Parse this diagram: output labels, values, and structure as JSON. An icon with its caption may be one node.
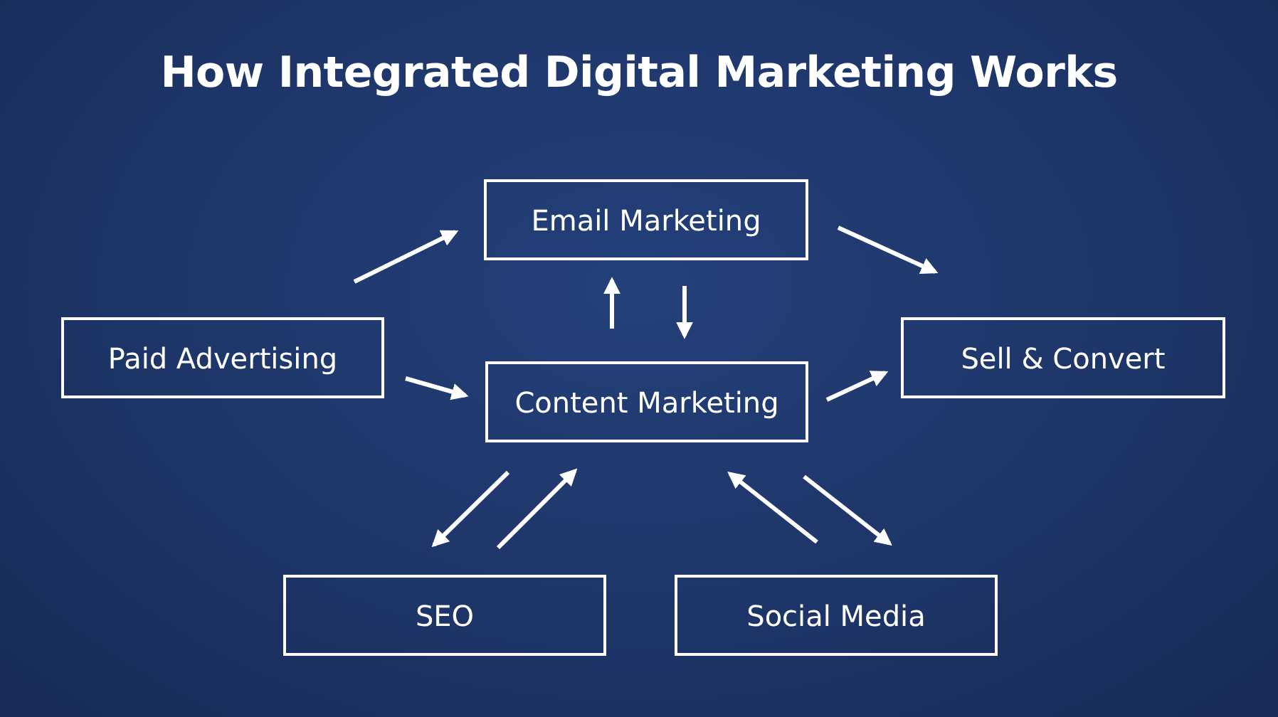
{
  "diagram": {
    "title": "How Integrated Digital Marketing Works",
    "nodes": [
      {
        "text": [
          "Email Marketing"
        ]
      },
      {
        "text": [
          "Paid Advertising"
        ]
      },
      {
        "text": [
          "Content Marketing"
        ]
      },
      {
        "text": [
          "Sell & Convert"
        ]
      },
      {
        "text": [
          "SEO"
        ]
      },
      {
        "text": [
          "Social Media"
        ]
      }
    ],
    "edges": [
      {
        "from": 1,
        "to": 0,
        "arrow": "to"
      },
      {
        "from": 1,
        "to": 2,
        "arrow": "to"
      },
      {
        "from": 0,
        "to": 3,
        "arrow": "to"
      },
      {
        "from": 2,
        "to": 3,
        "arrow": "to"
      },
      {
        "from": 2,
        "to": 0,
        "arrow": "to"
      },
      {
        "from": 0,
        "to": 2,
        "arrow": "to"
      },
      {
        "from": 2,
        "to": 4,
        "arrow": "to"
      },
      {
        "from": 4,
        "to": 2,
        "arrow": "to"
      },
      {
        "from": 5,
        "to": 2,
        "arrow": "to"
      },
      {
        "from": 2,
        "to": 5,
        "arrow": "to"
      }
    ]
  }
}
